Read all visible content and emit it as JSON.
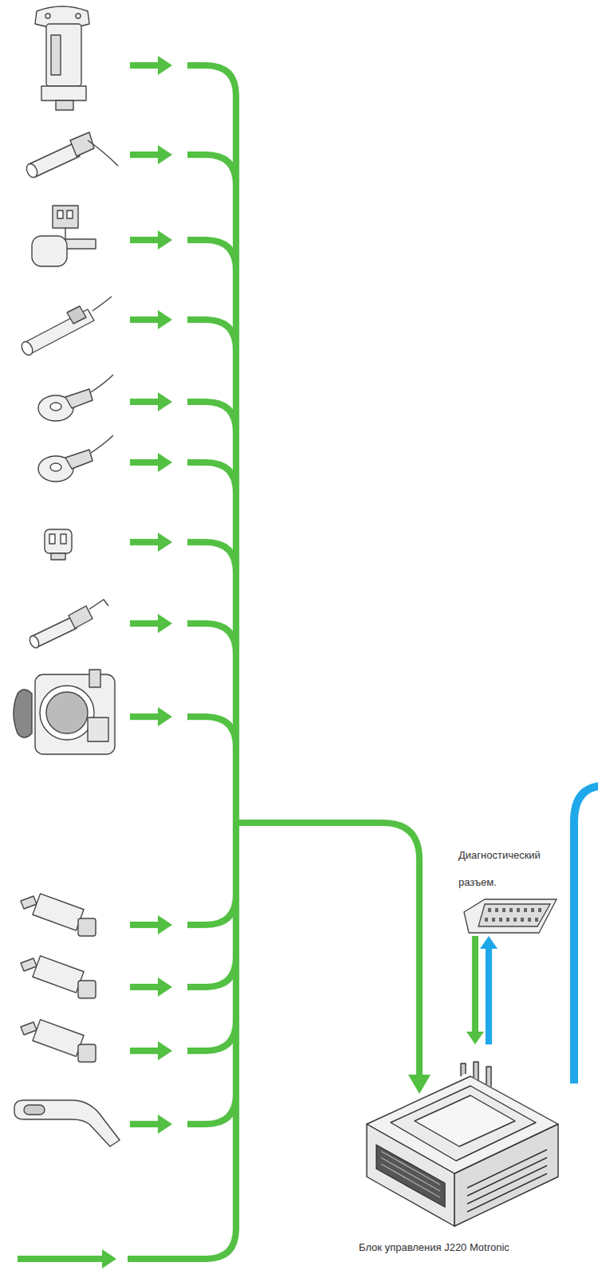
{
  "diagram": {
    "nodes": [
      {
        "text": [
          "Диагностический разъем."
        ]
      },
      {
        "text": [
          "Блок управления J220 Motronic"
        ]
      }
    ],
    "edges": [
      {
        "from": 1,
        "to": 0,
        "arrow": "to"
      },
      {
        "from": 0,
        "to": 1,
        "arrow": "to"
      }
    ]
  }
}
